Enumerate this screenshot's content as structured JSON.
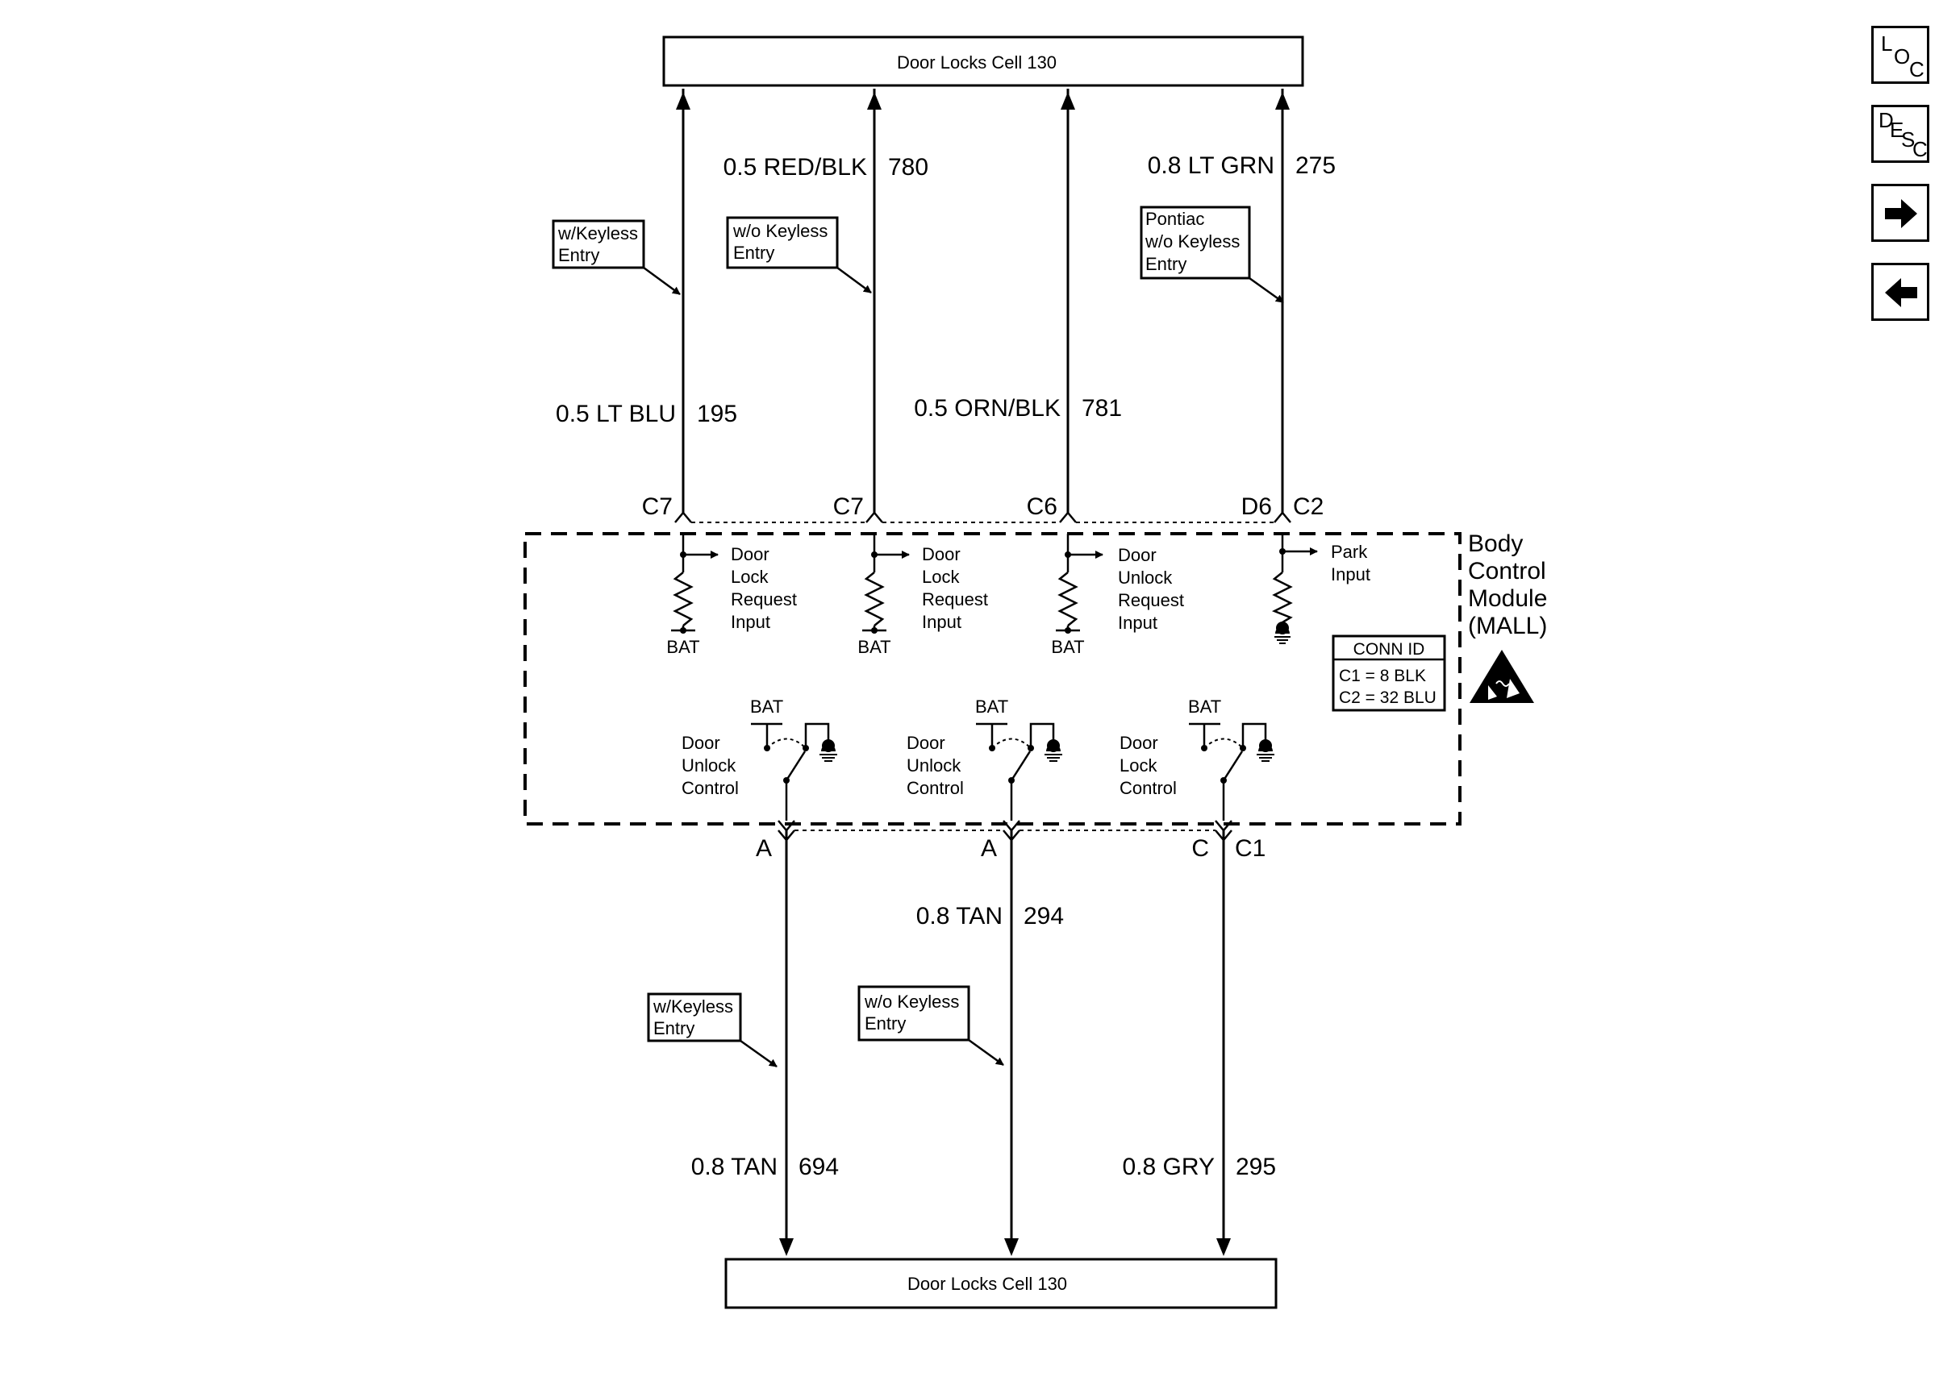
{
  "cells": {
    "top": "Door Locks Cell 130",
    "bottom": "Door Locks Cell 130"
  },
  "wires_top": {
    "w1": {
      "size_color": "0.5 LT BLU",
      "circuit": "195",
      "pin": "C7"
    },
    "w2": {
      "size_color": "0.5 RED/BLK",
      "circuit": "780",
      "pin": "C7"
    },
    "w3": {
      "size_color": "0.5 ORN/BLK",
      "circuit": "781",
      "pin": "C6"
    },
    "w4": {
      "size_color": "0.8 LT GRN",
      "circuit": "275",
      "pin": "D6",
      "connector": "C2"
    }
  },
  "notes": {
    "keyless_top": [
      "w/Keyless",
      "Entry"
    ],
    "no_keyless_top": [
      "w/o Keyless",
      "Entry"
    ],
    "pontiac": [
      "Pontiac",
      "w/o Keyless",
      "Entry"
    ],
    "keyless_bottom": [
      "w/Keyless",
      "Entry"
    ],
    "no_keyless_bottom": [
      "w/o Keyless",
      "Entry"
    ]
  },
  "inputs": {
    "i1": [
      "Door",
      "Lock",
      "Request",
      "Input"
    ],
    "i2": [
      "Door",
      "Lock",
      "Request",
      "Input"
    ],
    "i3": [
      "Door",
      "Unlock",
      "Request",
      "Input"
    ],
    "i4": [
      "Park",
      "Input"
    ],
    "bat": "BAT"
  },
  "module": {
    "title": [
      "Body",
      "Control",
      "Module",
      "(MALL)"
    ]
  },
  "conn_id": {
    "header": "CONN ID",
    "c1": "C1 = 8 BLK",
    "c2": "C2 = 32 BLU"
  },
  "outputs": {
    "o1": [
      "Door",
      "Unlock",
      "Control"
    ],
    "o2": [
      "Door",
      "Unlock",
      "Control"
    ],
    "o3": [
      "Door",
      "Lock",
      "Control"
    ],
    "bat": "BAT"
  },
  "wires_bottom": {
    "w1": {
      "size_color": "0.8 TAN",
      "circuit": "694",
      "pin": "A"
    },
    "w2": {
      "size_color": "0.8 TAN",
      "circuit": "294",
      "pin": "A"
    },
    "w3": {
      "size_color": "0.8 GRY",
      "circuit": "295",
      "pin": "C",
      "connector": "C1"
    }
  },
  "nav": {
    "loc": [
      "L",
      "O",
      "C"
    ],
    "desc": [
      "D",
      "E",
      "S",
      "C"
    ],
    "next_icon": "arrow-right-icon",
    "prev_icon": "arrow-left-icon"
  }
}
